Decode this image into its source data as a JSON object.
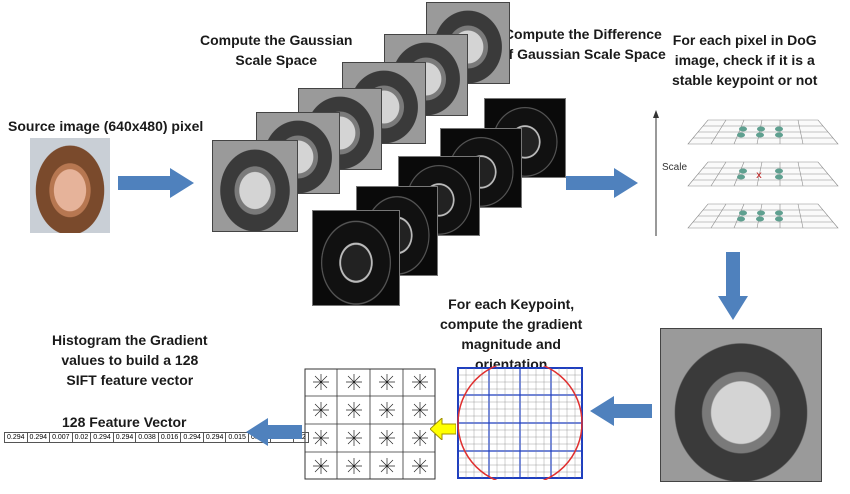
{
  "labels": {
    "source": "Source image (640x480) pixel",
    "gaussian": [
      "Compute the Gaussian",
      "Scale Space"
    ],
    "dog": [
      "Compute the Difference",
      "of  Gaussian Scale Space"
    ],
    "keypoint_check": [
      "For each pixel in DoG",
      "image, check if it is a",
      "stable keypoint or not"
    ],
    "gradient": [
      "For each Keypoint,",
      "compute the gradient",
      "magnitude and",
      "orientation"
    ],
    "histogram": [
      "Histogram the Gradient",
      "values to build a  128",
      "SIFT feature vector"
    ],
    "feature_vector": "128 Feature Vector",
    "scale_axis": "Scale"
  },
  "feature_vector_values": [
    "0.294",
    "0.294",
    "0.007",
    "0.02",
    "0.294",
    "0.294",
    "0.038",
    "0.016",
    "0.294",
    "0.294",
    "0.015",
    "0.005",
    "0.294",
    "0.2"
  ],
  "colors": {
    "arrow": "#4f81bd",
    "yellow_arrow": "#ffff00",
    "circle": "#e03030",
    "grid_blue": "#1f3fbf",
    "keypoint": "#5fa090"
  }
}
